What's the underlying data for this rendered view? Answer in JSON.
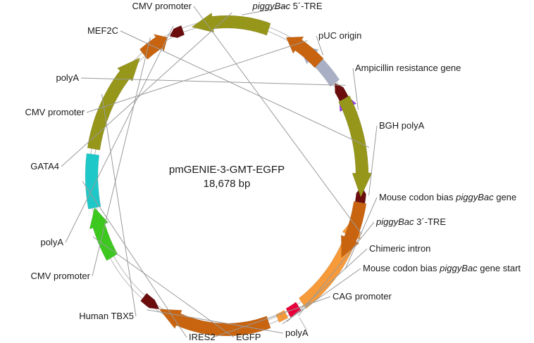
{
  "plasmid": {
    "name": "pmGENIE-3-GMT-EGFP",
    "size": "18,678 bp"
  },
  "colors": {
    "cmv": "#C8640F",
    "tf": "#96961A",
    "polya": "#6B0D0D",
    "tre": "#E8003A",
    "puc": "#A9AFC4",
    "amp": "#9A3CF0",
    "pb": "#F79A3A",
    "ires": "#1FC8C8",
    "egfp": "#3CC81F",
    "cag": "#C8640F",
    "backbone": "#c4c4c4"
  },
  "features": [
    {
      "id": "tre5",
      "label": "",
      "italic": "piggyBac",
      "suffix": " 5´-TRE",
      "color": "tre",
      "type": "block"
    },
    {
      "id": "puc",
      "label": "pUC origin",
      "color": "puc",
      "type": "arrow"
    },
    {
      "id": "amp",
      "label": "Ampicillin resistance gene",
      "color": "amp",
      "type": "arrow"
    },
    {
      "id": "bgh",
      "label": "BGH polyA",
      "color": "polya",
      "type": "pentagon"
    },
    {
      "id": "pbgene",
      "label": "Mouse codon bias ",
      "italic": "piggyBac",
      "suffix": " gene",
      "color": "pb",
      "type": "arrow"
    },
    {
      "id": "tre3",
      "label": "",
      "italic": "piggyBac",
      "suffix": " 3´-TRE",
      "color": "tre",
      "type": "block"
    },
    {
      "id": "intron",
      "label": "Chimeric intron",
      "color": "pb",
      "type": "block"
    },
    {
      "id": "pbstart",
      "label": "Mouse codon bias ",
      "italic": "piggyBac",
      "suffix": " gene start",
      "color": "pb",
      "type": "block"
    },
    {
      "id": "cag",
      "label": "CAG promoter",
      "color": "cag",
      "type": "arrow"
    },
    {
      "id": "polya4",
      "label": "polyA",
      "color": "polya",
      "type": "pentagon"
    },
    {
      "id": "egfp",
      "label": "EGFP",
      "color": "egfp",
      "type": "arrow"
    },
    {
      "id": "ires",
      "label": "IRES2",
      "color": "ires",
      "type": "block"
    },
    {
      "id": "tbx5",
      "label": "Human TBX5",
      "color": "tf",
      "type": "arrow"
    },
    {
      "id": "cmv3",
      "label": "CMV promoter",
      "color": "cmv",
      "type": "arrow"
    },
    {
      "id": "polya3",
      "label": "polyA",
      "color": "polya",
      "type": "pentagon"
    },
    {
      "id": "gata4",
      "label": "GATA4",
      "color": "tf",
      "type": "arrow"
    },
    {
      "id": "cmv2",
      "label": "CMV promoter",
      "color": "cmv",
      "type": "arrow"
    },
    {
      "id": "polya1",
      "label": "polyA",
      "color": "polya",
      "type": "pentagon"
    },
    {
      "id": "mef2c",
      "label": "MEF2C",
      "color": "tf",
      "type": "arrow"
    },
    {
      "id": "cmv1",
      "label": "CMV promoter",
      "color": "cmv",
      "type": "arrow"
    }
  ]
}
